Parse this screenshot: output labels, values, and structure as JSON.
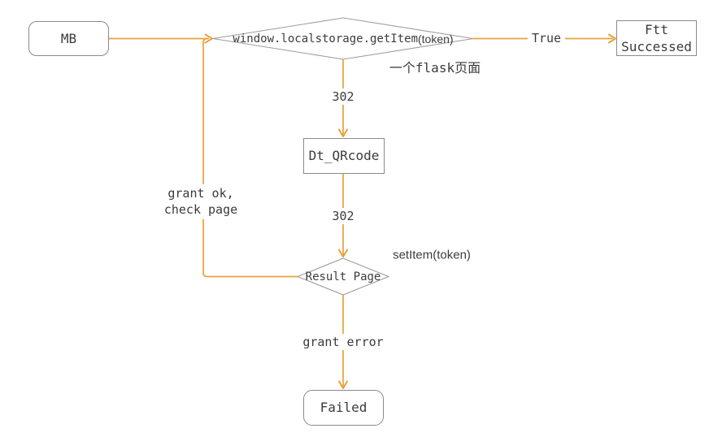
{
  "colors": {
    "edge": "#E9A13C",
    "node_border": "#8A8A8A",
    "diamond_border": "#9C9C9C",
    "text": "#3B3B3B",
    "background": "#FFFFFF"
  },
  "nodes": {
    "mb": {
      "label": "MB"
    },
    "check_token": {
      "code": "window.localstorage.getItem",
      "arg": "(token)"
    },
    "ftt": {
      "label": "Ftt Successed"
    },
    "qrcode": {
      "label": "Dt_QRcode"
    },
    "result": {
      "label": "Result Page"
    },
    "failed": {
      "label": "Failed"
    }
  },
  "labels": {
    "true_branch": "True",
    "flask_note": "一个flask页面",
    "code_302_top": "302",
    "code_302_bottom": "302",
    "set_item": "setItem(token)",
    "grant_ok": "grant ok, check page",
    "grant_error": "grant error"
  }
}
